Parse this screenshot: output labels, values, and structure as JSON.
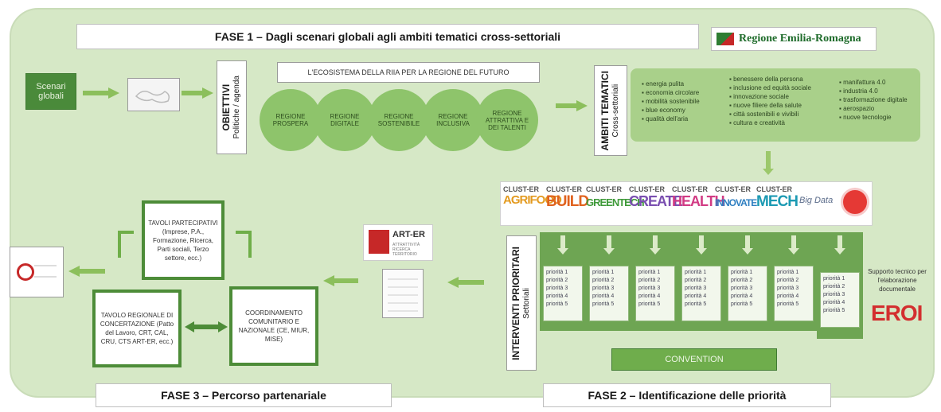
{
  "phase1": {
    "title": "FASE 1 – Dagli scenari globali agli ambiti tematici cross-settoriali"
  },
  "logo_region": {
    "text": "Regione Emilia-Romagna"
  },
  "scenari": {
    "label": "Scenari globali"
  },
  "obiettivi": {
    "title": "OBIETTIVI",
    "sub": "Politiche / agenda"
  },
  "ecosistema": {
    "title": "L'ECOSISTEMA DELLA RIIA PER LA REGIONE DEL FUTURO",
    "circles": [
      "REGIONE PROSPERA",
      "REGIONE DIGITALE",
      "REGIONE SOSTENIBILE",
      "REGIONE INCLUSIVA",
      "REGIONE ATTRATTIVA E DEI TALENTI"
    ]
  },
  "ambiti": {
    "title": "AMBITI TEMATICI",
    "sub": "Cross-settoriali",
    "col1": [
      "energia pulita",
      "economia circolare",
      "mobilità sostenibile",
      "blue economy",
      "qualità dell'aria"
    ],
    "col2": [
      "benessere della persona",
      "inclusione ed equità sociale",
      "innovazione sociale",
      "nuove filiere della salute",
      "città sostenibili e vivibili",
      "cultura e creatività"
    ],
    "col3": [
      "manifattura 4.0",
      "industria 4.0",
      "trasformazione digitale",
      "aerospazio",
      "nuove tecnologie"
    ]
  },
  "clusters": [
    {
      "top": "CLUST-ER",
      "name": "AGRIFOOD",
      "color": "#e39a1f"
    },
    {
      "top": "CLUST-ER",
      "name": "BUILD",
      "color": "#e0621e"
    },
    {
      "top": "CLUST-ER",
      "name": "GREENTECH",
      "color": "#3f9a3a"
    },
    {
      "top": "CLUST-ER",
      "name": "CREATE",
      "color": "#7a4fb0"
    },
    {
      "top": "CLUST-ER",
      "name": "HEALTH",
      "color": "#d23b84"
    },
    {
      "top": "CLUST-ER",
      "name": "INNOVATE",
      "color": "#2f7fc1"
    },
    {
      "top": "CLUST-ER",
      "name": "MECH",
      "color": "#1c9ab3"
    }
  ],
  "bigdata": {
    "label": "Big Data"
  },
  "interventi": {
    "title": "INTERVENTI PRIORITARI",
    "sub": "Settoriali"
  },
  "priority_lines": [
    "priorità 1",
    "priorità 2",
    "priorità 3",
    "priorità 4",
    "priorità 5"
  ],
  "supporto": {
    "text": "Supporto tecnico per l'elaborazione documentale"
  },
  "eroi": {
    "label": "EROI"
  },
  "convention": {
    "label": "CONVENTION"
  },
  "phase2": {
    "title": "FASE 2 – Identificazione delle priorità"
  },
  "phase3": {
    "title": "FASE 3 – Percorso partenariale"
  },
  "arter": {
    "label": "ART-ER",
    "sub": "ATTRATTIVITÀ RICERCA TERRITORIO"
  },
  "tavoli_partecipativi": {
    "text": "TAVOLI PARTECIPATIVI (Imprese, P.A., Formazione, Ricerca, Parti sociali, Terzo settore, ecc.)"
  },
  "tavolo_regionale": {
    "text": "TAVOLO REGIONALE DI CONCERTAZIONE (Patto del Lavoro, CRT, CAL, CRU, CTS ART-ER, ecc.)"
  },
  "coordinamento": {
    "text": "COORDINAMENTO COMUNITARIO E NAZIONALE (CE, MIUR, MISE)"
  }
}
